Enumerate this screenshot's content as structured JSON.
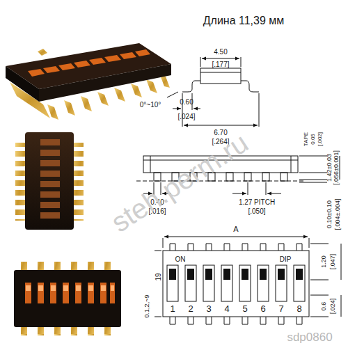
{
  "diagram": {
    "labels": [
      "Длина 11,39 мм",
      "4.50",
      "[.177]",
      "0°~10°",
      "0.60",
      "[.024]",
      "6.70",
      "[.264]",
      "TAPE",
      "0.05",
      "[.002]",
      "1.42±0.03",
      "[.056±0.001]",
      "0.40",
      "[.016]",
      "1.27 PITCH",
      "[.050]",
      "0.10±0.10",
      "[.004±.004]",
      "A",
      "ON",
      "DIP",
      "1",
      "2",
      "3",
      "4",
      "5",
      "6",
      "7",
      "8",
      "19",
      "0.1,2,~9",
      "1.20",
      "[.047]",
      "0.6",
      "[.024]",
      "steh.perm.ru",
      "sdp0860"
    ]
  }
}
